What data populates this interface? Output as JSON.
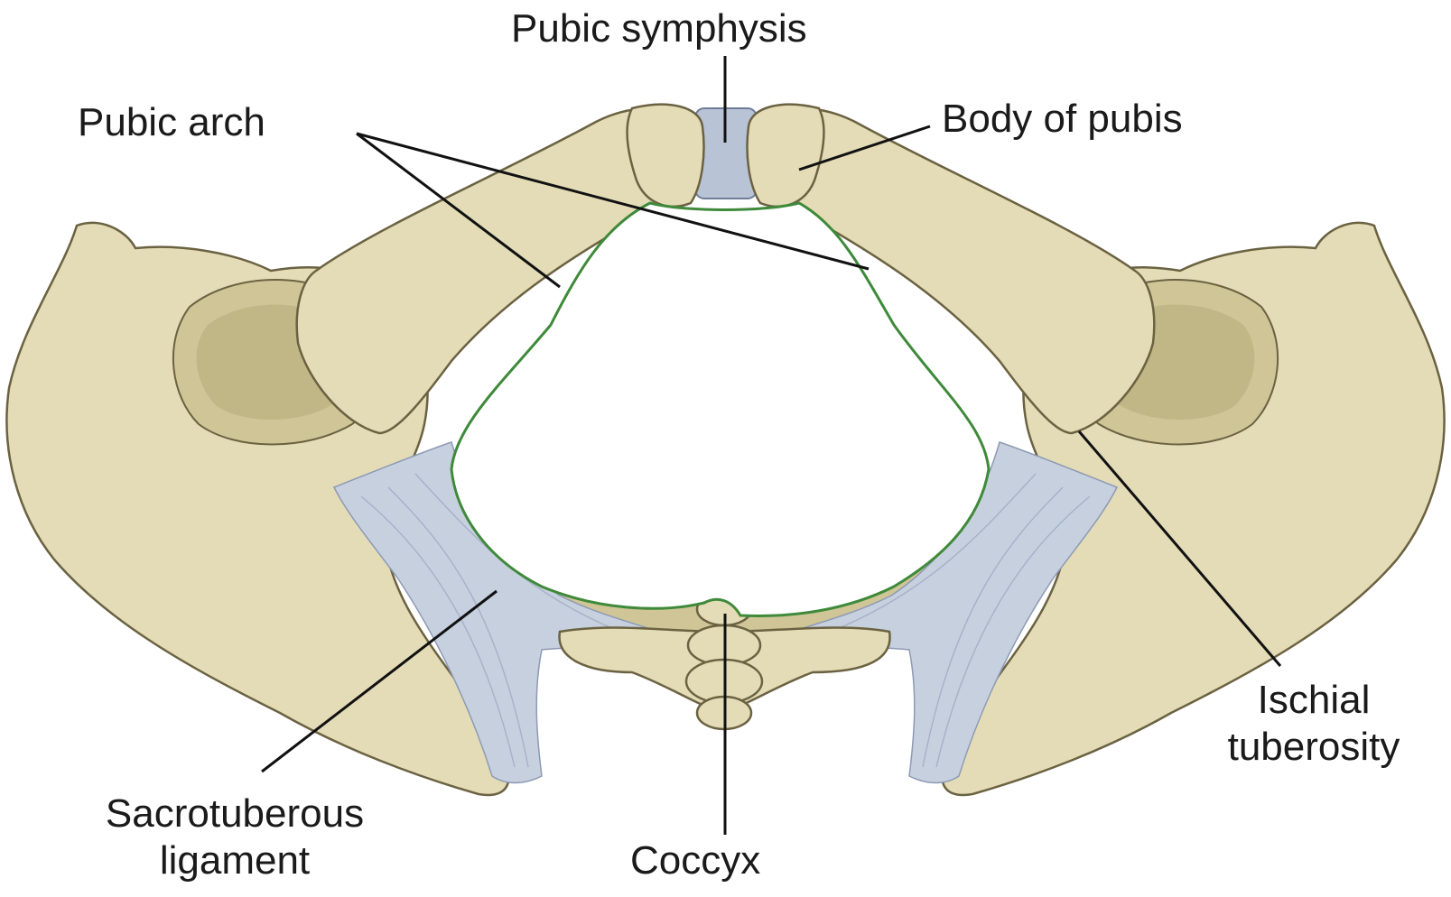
{
  "labels": {
    "pubic_symphysis": "Pubic symphysis",
    "pubic_arch": "Pubic arch",
    "body_of_pubis": "Body of pubis",
    "ischial_tuberosity_line1": "Ischial",
    "ischial_tuberosity_line2": "tuberosity",
    "sacrotuberous_line1": "Sacrotuberous",
    "sacrotuberous_line2": "ligament",
    "coccyx": "Coccyx"
  },
  "colors": {
    "bone": "#e4dcb7",
    "ligament": "#c7d0df",
    "outlet_outline": "#3f8a3a",
    "leader_lines": "#111111"
  }
}
